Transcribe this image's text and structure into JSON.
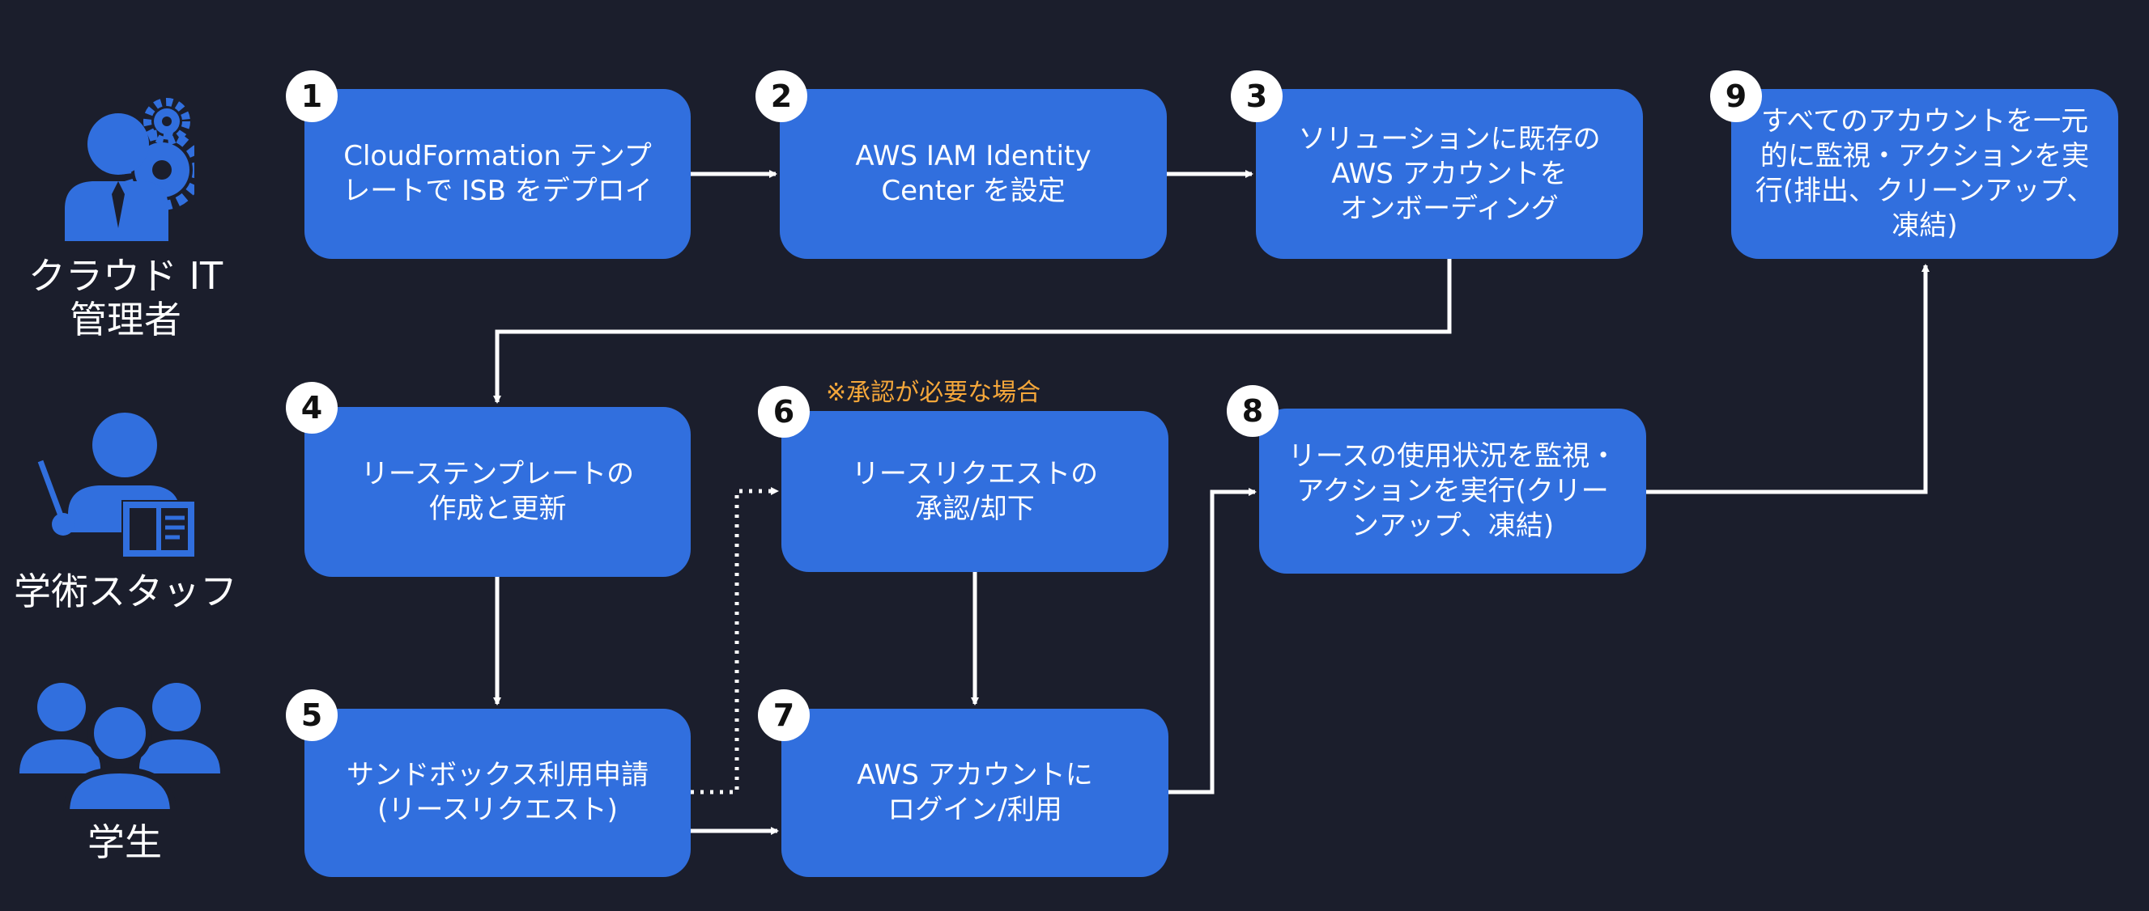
{
  "colors": {
    "background": "#1b1e2c",
    "box": "#316fde",
    "icon": "#316fde",
    "badge": "#ffffff",
    "badge_text": "#111111",
    "note": "#f5a73a",
    "arrow": "#ffffff"
  },
  "roles": [
    {
      "id": "cloud-it-admin",
      "label": "クラウド IT\n管理者",
      "icon": "admin-gear-icon"
    },
    {
      "id": "academic-staff",
      "label": "学術スタッフ",
      "icon": "teacher-board-icon"
    },
    {
      "id": "students",
      "label": "学生",
      "icon": "group-people-icon"
    }
  ],
  "steps": [
    {
      "number": "1",
      "text": "CloudFormation テンプ\nレートで ISB をデプロイ"
    },
    {
      "number": "2",
      "text": "AWS IAM Identity\nCenter を設定"
    },
    {
      "number": "3",
      "text": "ソリューションに既存の\nAWS アカウントを\nオンボーディング"
    },
    {
      "number": "4",
      "text": "リーステンプレートの\n作成と更新"
    },
    {
      "number": "5",
      "text": "サンドボックス利用申請\n(リースリクエスト)"
    },
    {
      "number": "6",
      "text": "リースリクエストの\n承認/却下"
    },
    {
      "number": "7",
      "text": "AWS アカウントに\nログイン/利用"
    },
    {
      "number": "8",
      "text": "リースの使用状況を監視・\nアクションを実行(クリー\nンアップ、凍結)"
    },
    {
      "number": "9",
      "text": "すべてのアカウントを一元\n的に監視・アクションを実\n行(排出、クリーンアップ、\n凍結)"
    }
  ],
  "approval_note": "※承認が必要な場合"
}
